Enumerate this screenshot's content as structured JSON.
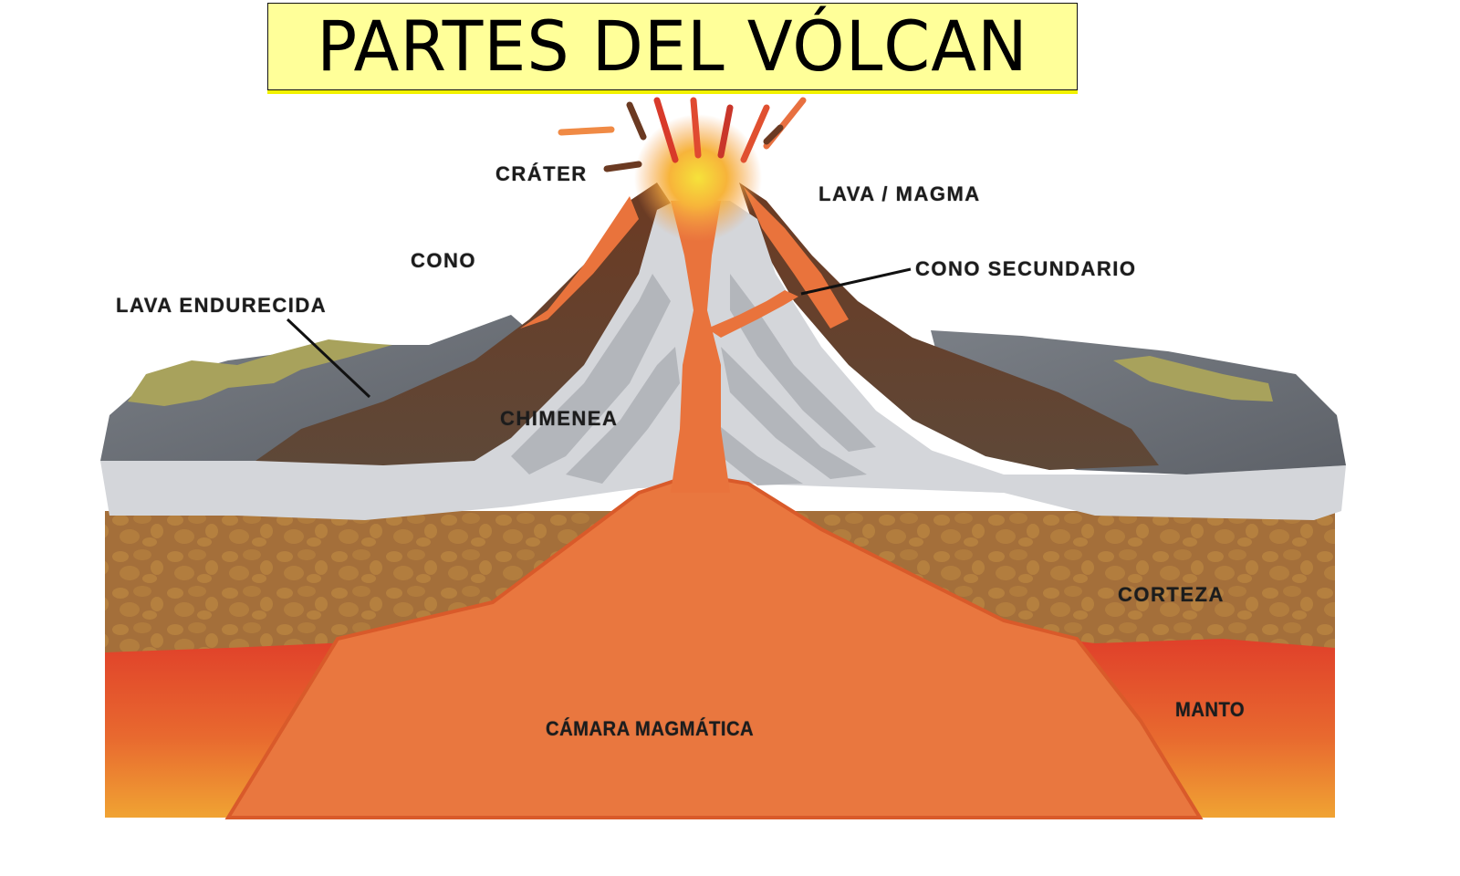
{
  "title": "PARTES DEL VÓLCAN",
  "colors": {
    "title_bg": "#ffff99",
    "title_shadow": "#f2f200",
    "lava": "#e9733c",
    "lava_bright": "#f05a28",
    "cone_brown": "#6b3f26",
    "rock_gray": "#6f747a",
    "ash_light": "#d4d6da",
    "ash_mid": "#b3b6bb",
    "crust": "#a46f3a",
    "crust_stone": "#b5803f",
    "mantle_top": "#e04528",
    "mantle_bottom": "#f0a030",
    "grass": "#a8a25c"
  },
  "labels": {
    "crater": "CRÁTER",
    "lava_magma": "LAVA / MAGMA",
    "cone": "CONO",
    "secondary_cone": "CONO SECUNDARIO",
    "hardened_lava": "LAVA ENDURECIDA",
    "chimney": "CHIMENEA",
    "crust": "CORTEZA",
    "mantle": "MANTO",
    "magma_chamber": "CÁMARA MAGMÁTICA"
  }
}
